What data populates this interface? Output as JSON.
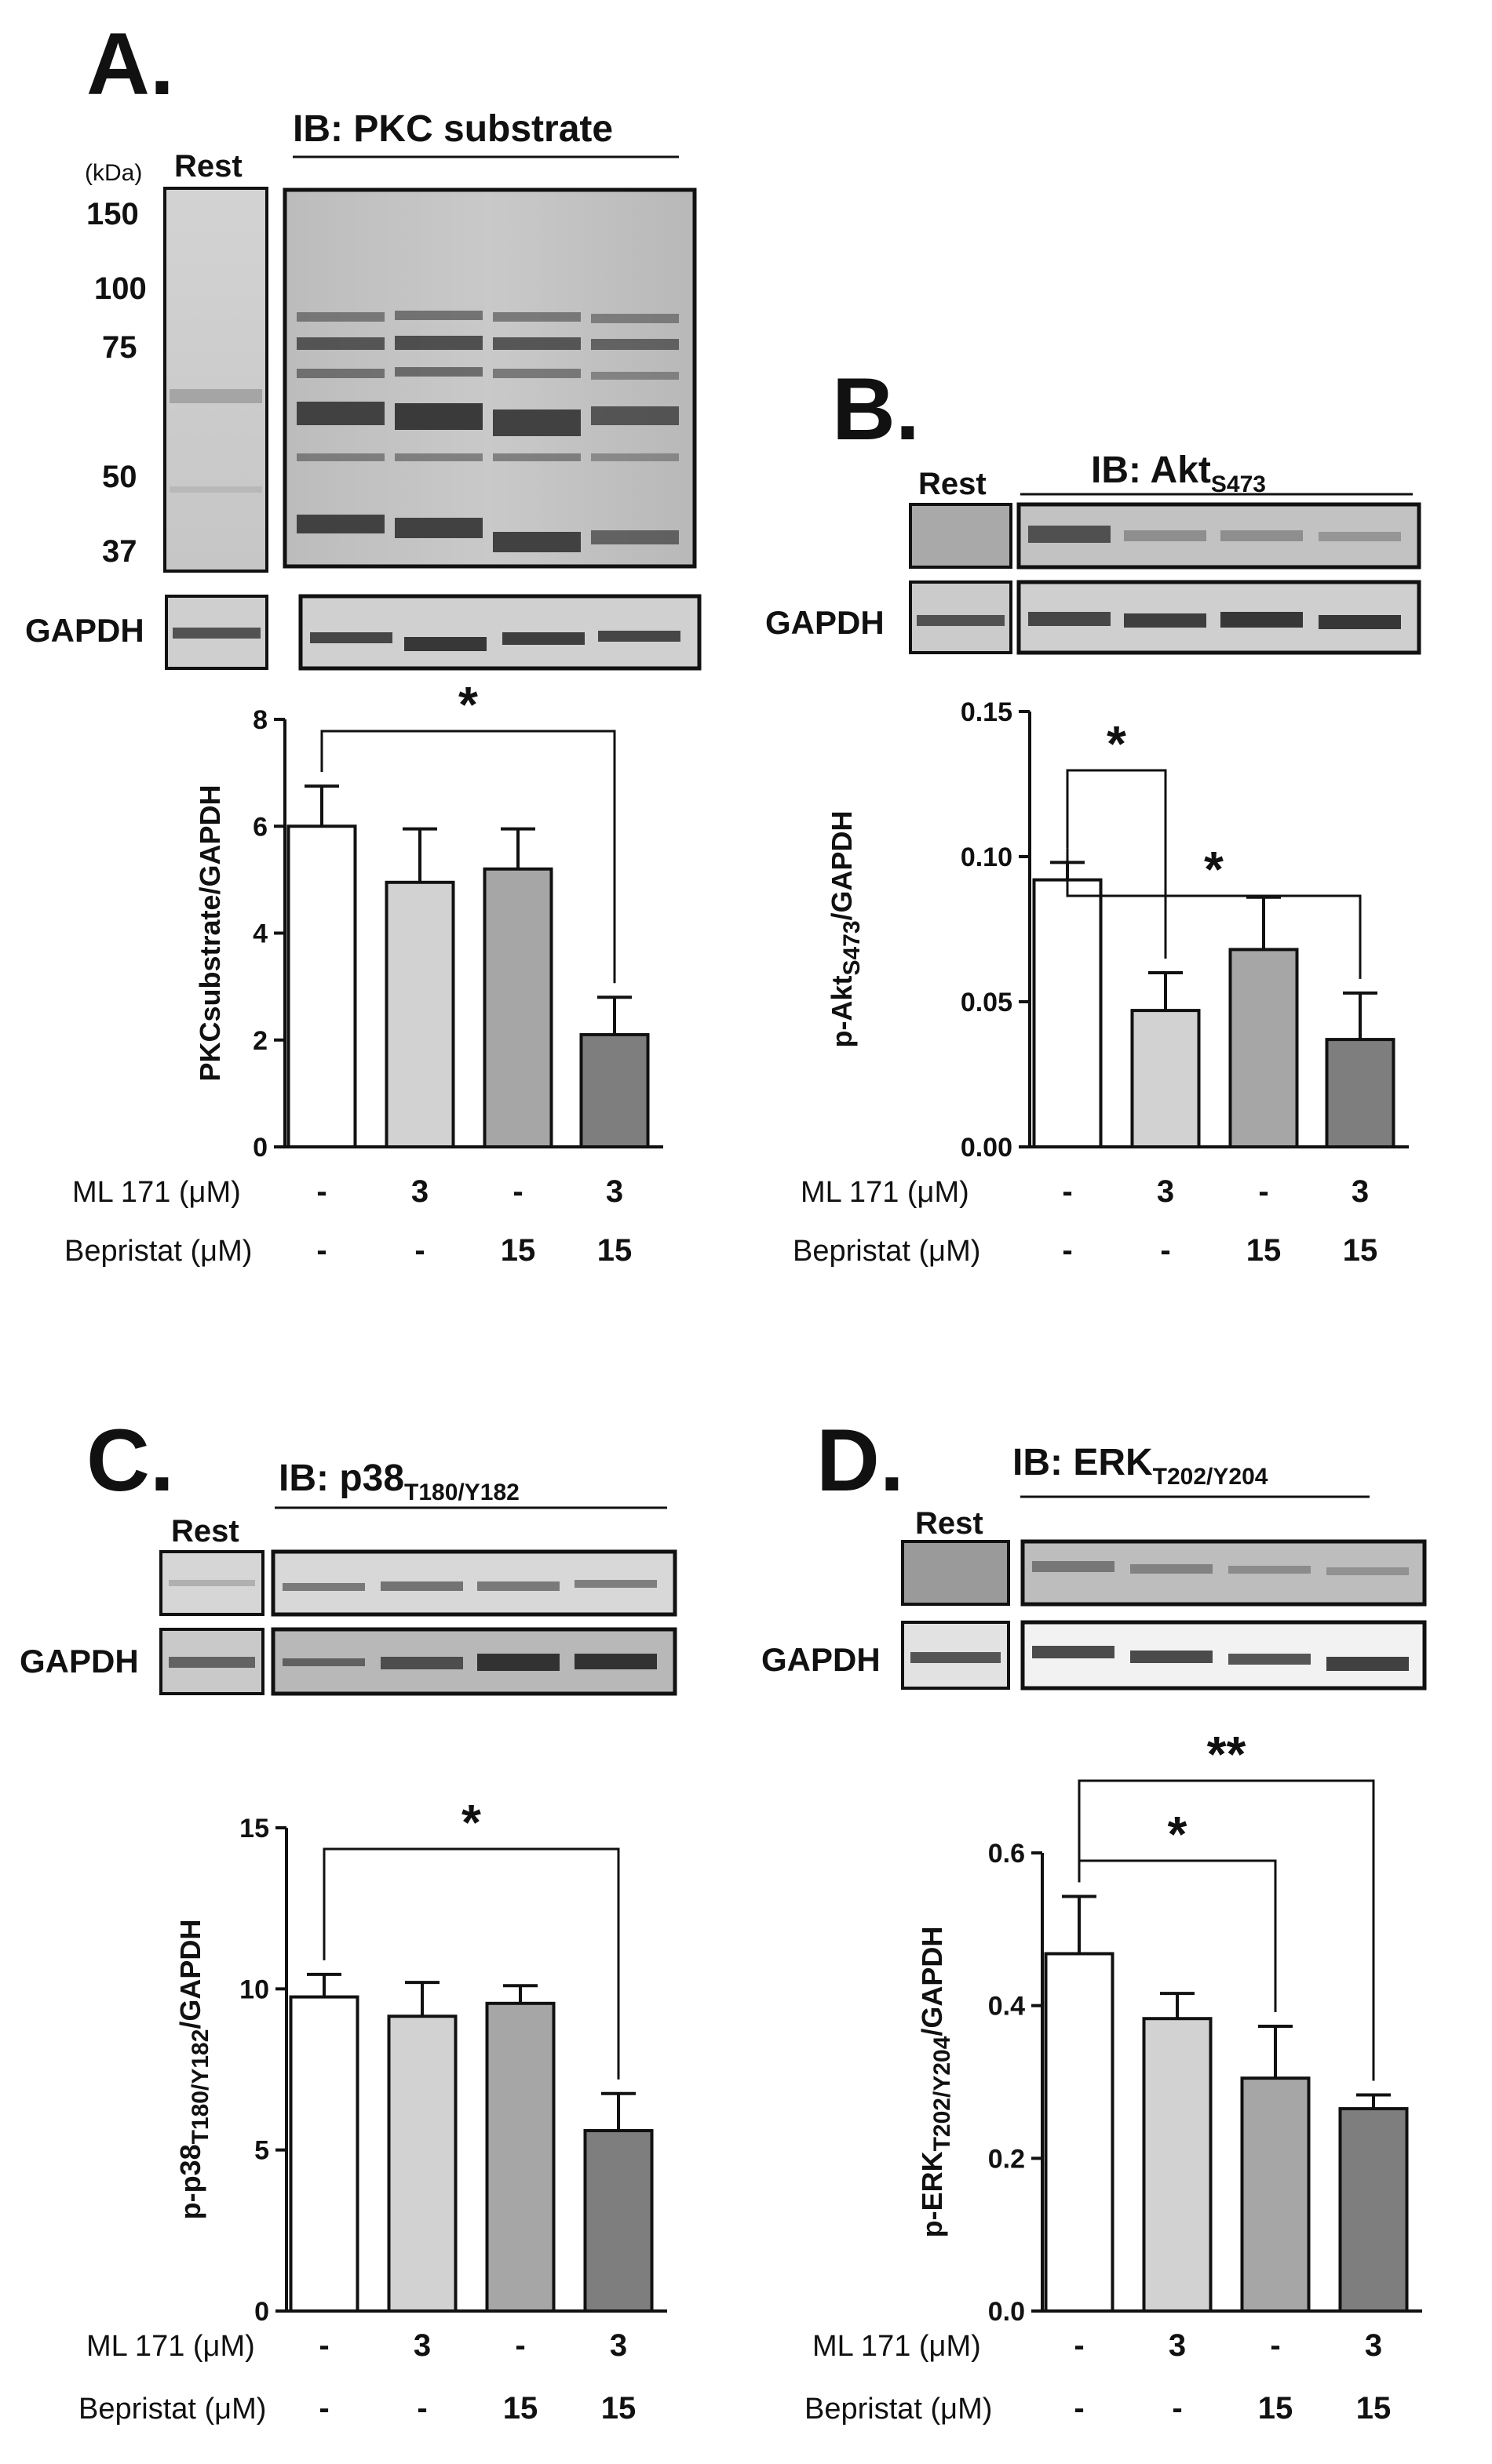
{
  "panels": [
    {
      "label": "A.",
      "ib_main": "IB: PKC substrate",
      "ib_sub": "",
      "rest_label": "Rest",
      "loading_label": "GAPDH",
      "kda_unit": "(kDa)",
      "markers": [
        "150",
        "100",
        "75",
        "50",
        "37"
      ]
    },
    {
      "label": "B.",
      "ib_main": "IB: Akt",
      "ib_sub": "S473",
      "rest_label": "Rest",
      "loading_label": "GAPDH"
    },
    {
      "label": "C.",
      "ib_main": "IB: p38",
      "ib_sub": "T180/Y182",
      "rest_label": "Rest",
      "loading_label": "GAPDH"
    },
    {
      "label": "D.",
      "ib_main": "IB: ERK",
      "ib_sub": "T202/Y204",
      "rest_label": "Rest",
      "loading_label": "GAPDH"
    }
  ],
  "conditions": {
    "row1_label": "ML 171 (μM)",
    "row1_values": [
      "-",
      "3",
      "-",
      "3"
    ],
    "row2_label": "Bepristat (μM)",
    "row2_values": [
      "-",
      "-",
      "15",
      "15"
    ]
  },
  "bar_colors": [
    "#ffffff",
    "#d2d2d2",
    "#a6a6a6",
    "#7e7e7e"
  ],
  "chart_data": [
    {
      "type": "bar",
      "ylabel_main": "PKCsubstrate/GAPDH",
      "ylabel_sub": "",
      "ylabel_tail": "",
      "ylim": [
        0,
        8
      ],
      "yticks": [
        "0",
        "2",
        "4",
        "6",
        "8"
      ],
      "values": [
        6.0,
        4.95,
        5.2,
        2.1
      ],
      "errors": [
        0.75,
        1.0,
        0.75,
        0.7
      ],
      "significance": [
        {
          "from": 0,
          "to": 3,
          "label": "*"
        }
      ]
    },
    {
      "type": "bar",
      "ylabel_main": "p-Akt",
      "ylabel_sub": "S473",
      "ylabel_tail": "/GAPDH",
      "ylim": [
        0,
        0.15
      ],
      "yticks": [
        "0.00",
        "0.05",
        "0.10",
        "0.15"
      ],
      "values": [
        0.092,
        0.047,
        0.068,
        0.037
      ],
      "errors": [
        0.006,
        0.013,
        0.018,
        0.016
      ],
      "significance": [
        {
          "from": 0,
          "to": 1,
          "label": "*"
        },
        {
          "from": 0,
          "to": 3,
          "label": "*"
        }
      ]
    },
    {
      "type": "bar",
      "ylabel_main": "p-p38",
      "ylabel_sub": "T180/Y182",
      "ylabel_tail": "/GAPDH",
      "ylim": [
        0,
        15
      ],
      "yticks": [
        "0",
        "5",
        "10",
        "15"
      ],
      "values": [
        9.75,
        9.15,
        9.55,
        5.6
      ],
      "errors": [
        0.7,
        1.05,
        0.55,
        1.15
      ],
      "significance": [
        {
          "from": 0,
          "to": 3,
          "label": "*"
        }
      ]
    },
    {
      "type": "bar",
      "ylabel_main": "p-ERK",
      "ylabel_sub": "T202/Y204",
      "ylabel_tail": "/GAPDH",
      "ylim": [
        0,
        0.6
      ],
      "yticks": [
        "0.0",
        "0.2",
        "0.4",
        "0.6"
      ],
      "values": [
        0.468,
        0.383,
        0.305,
        0.265
      ],
      "errors": [
        0.075,
        0.033,
        0.068,
        0.018
      ],
      "significance": [
        {
          "from": 0,
          "to": 2,
          "label": "*"
        },
        {
          "from": 0,
          "to": 3,
          "label": "**"
        }
      ]
    }
  ]
}
